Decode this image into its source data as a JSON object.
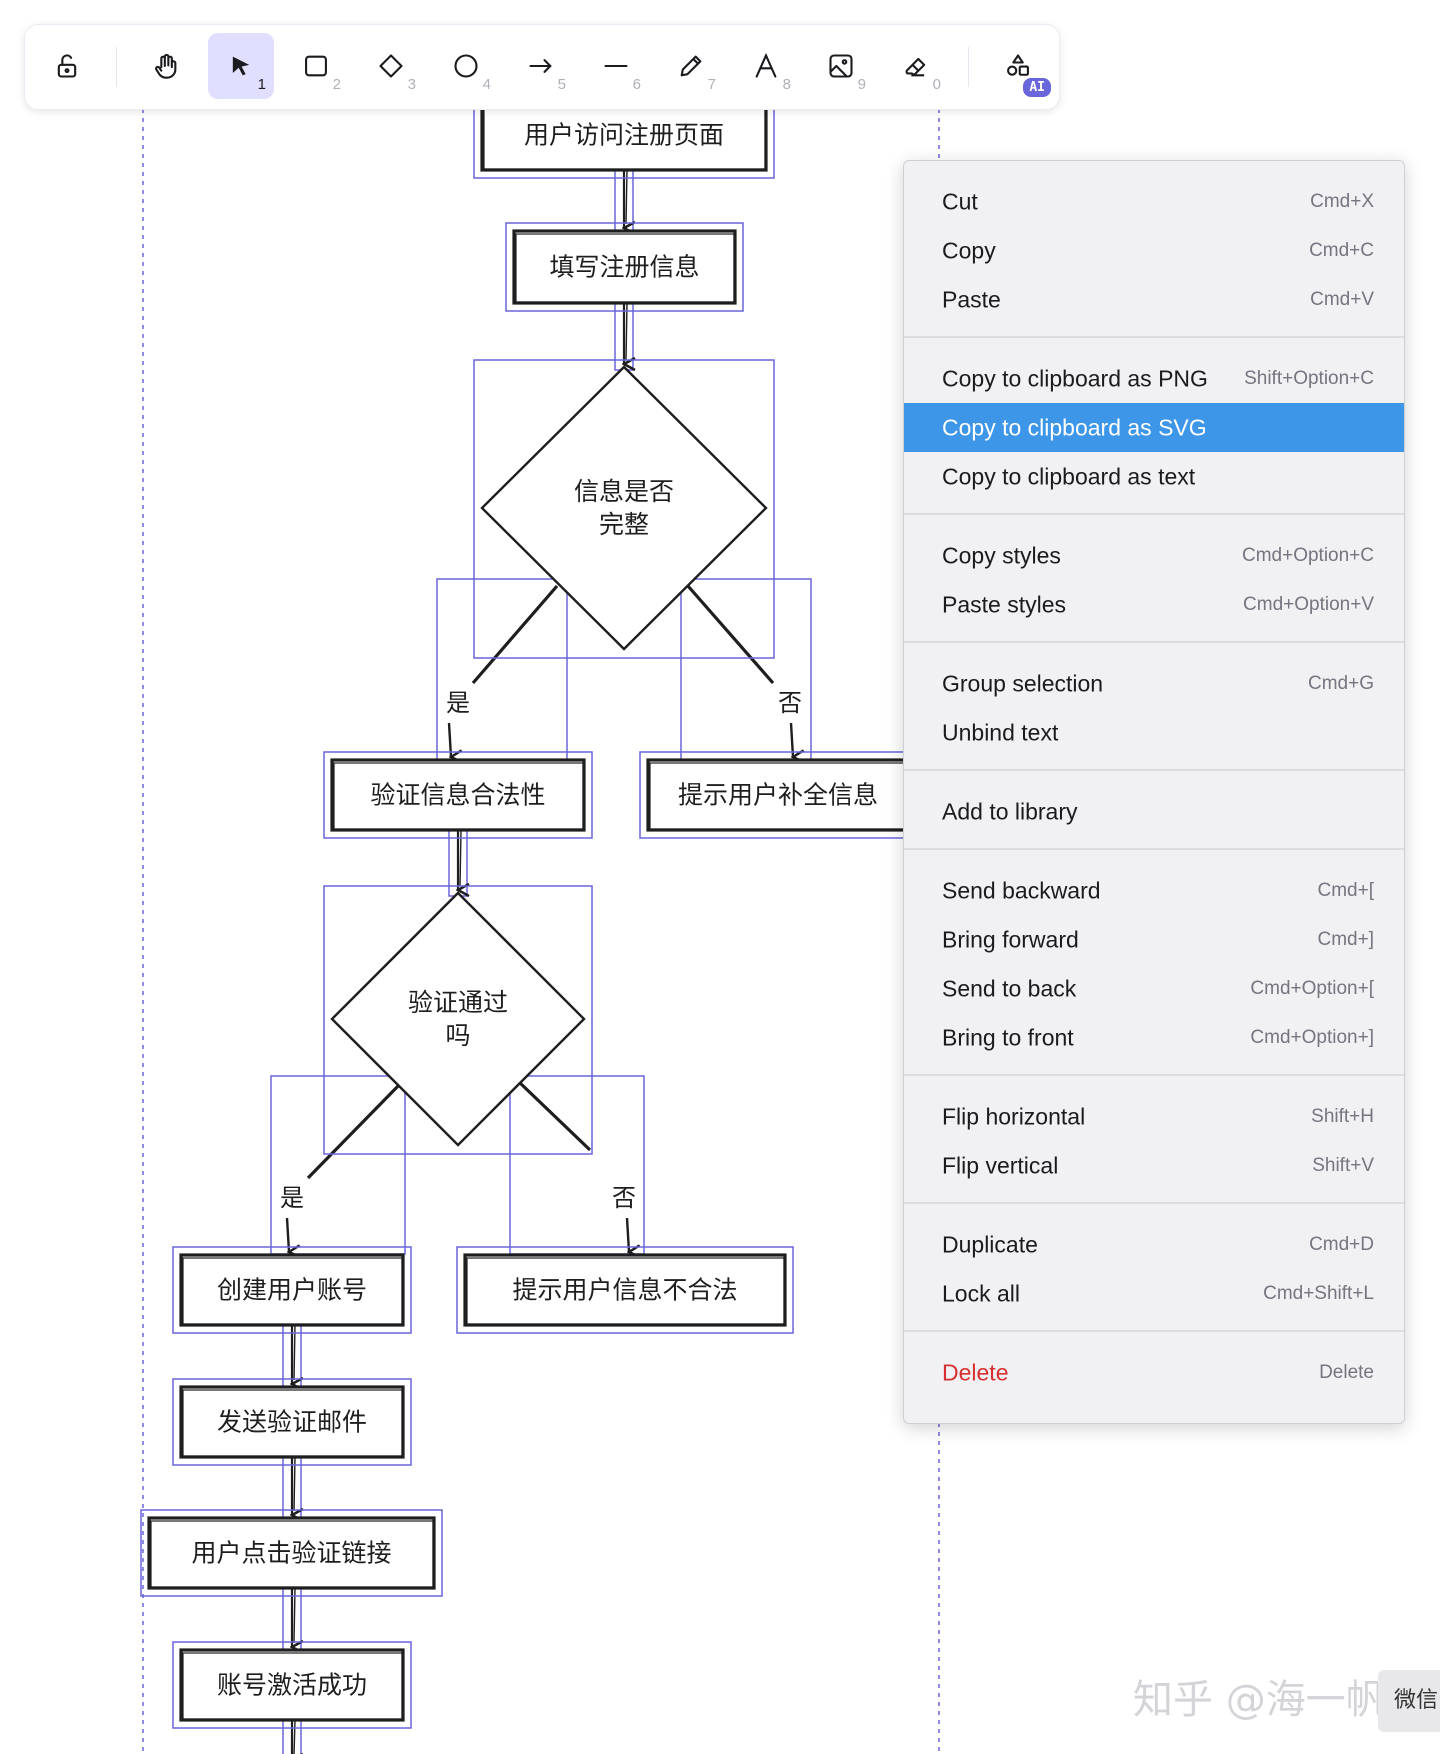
{
  "toolbar": {
    "tools": [
      {
        "name": "lock",
        "key": ""
      },
      {
        "name": "hand",
        "key": ""
      },
      {
        "name": "selection",
        "key": "1"
      },
      {
        "name": "rectangle",
        "key": "2"
      },
      {
        "name": "diamond",
        "key": "3"
      },
      {
        "name": "ellipse",
        "key": "4"
      },
      {
        "name": "arrow",
        "key": "5"
      },
      {
        "name": "line",
        "key": "6"
      },
      {
        "name": "draw",
        "key": "7"
      },
      {
        "name": "text",
        "key": "8"
      },
      {
        "name": "image",
        "key": "9"
      },
      {
        "name": "eraser",
        "key": "0"
      },
      {
        "name": "more-shapes",
        "key": ""
      }
    ],
    "active_tool": "selection",
    "ai_badge": "AI"
  },
  "flowchart": {
    "nodes": {
      "n1": "用户访问注册页面",
      "n2": "填写注册信息",
      "d1": "信息是否\n完整",
      "n3": "验证信息合法性",
      "n4": "提示用户补全信息",
      "d2": "验证通过\n吗",
      "n5": "创建用户账号",
      "n6": "提示用户信息不合法",
      "n7": "发送验证邮件",
      "n8": "用户点击验证链接",
      "n9": "账号激活成功"
    },
    "edge_labels": {
      "d1_yes": "是",
      "d1_no": "否",
      "d2_yes": "是",
      "d2_no": "否"
    }
  },
  "colors": {
    "selection": "#6965db",
    "stroke": "#1e1e1e",
    "highlight": "#3d96e8",
    "danger": "#d63030"
  },
  "context_menu": {
    "groups": [
      [
        {
          "label": "Cut",
          "shortcut": "Cmd+X"
        },
        {
          "label": "Copy",
          "shortcut": "Cmd+C"
        },
        {
          "label": "Paste",
          "shortcut": "Cmd+V"
        }
      ],
      [
        {
          "label": "Copy to clipboard as PNG",
          "shortcut": "Shift+Option+C"
        },
        {
          "label": "Copy to clipboard as SVG",
          "shortcut": "",
          "highlighted": true
        },
        {
          "label": "Copy to clipboard as text",
          "shortcut": ""
        }
      ],
      [
        {
          "label": "Copy styles",
          "shortcut": "Cmd+Option+C"
        },
        {
          "label": "Paste styles",
          "shortcut": "Cmd+Option+V"
        }
      ],
      [
        {
          "label": "Group selection",
          "shortcut": "Cmd+G"
        },
        {
          "label": "Unbind text",
          "shortcut": ""
        }
      ],
      [
        {
          "label": "Add to library",
          "shortcut": ""
        }
      ],
      [
        {
          "label": "Send backward",
          "shortcut": "Cmd+["
        },
        {
          "label": "Bring forward",
          "shortcut": "Cmd+]"
        },
        {
          "label": "Send to back",
          "shortcut": "Cmd+Option+["
        },
        {
          "label": "Bring to front",
          "shortcut": "Cmd+Option+]"
        }
      ],
      [
        {
          "label": "Flip horizontal",
          "shortcut": "Shift+H"
        },
        {
          "label": "Flip vertical",
          "shortcut": "Shift+V"
        }
      ],
      [
        {
          "label": "Duplicate",
          "shortcut": "Cmd+D"
        },
        {
          "label": "Lock all",
          "shortcut": "Cmd+Shift+L"
        }
      ],
      [
        {
          "label": "Delete",
          "shortcut": "Delete",
          "danger": true
        }
      ]
    ]
  },
  "watermark": "知乎 @海一帆",
  "wechat_tab": "微信"
}
